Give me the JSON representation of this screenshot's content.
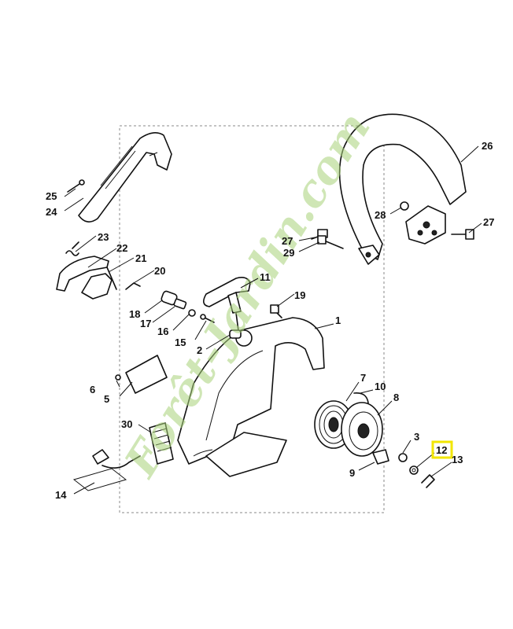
{
  "diagram": {
    "callouts": [
      "1",
      "2",
      "3",
      "5",
      "6",
      "7",
      "8",
      "9",
      "10",
      "11",
      "12",
      "13",
      "14",
      "15",
      "16",
      "17",
      "18",
      "19",
      "20",
      "21",
      "22",
      "23",
      "24",
      "25",
      "26",
      "27",
      "27",
      "28",
      "29",
      "30"
    ],
    "highlighted_callout": "12",
    "highlight_color": "#f2e600",
    "watermark": "Forêt-Jardin.com",
    "watermark_color": "#a8d27a"
  }
}
